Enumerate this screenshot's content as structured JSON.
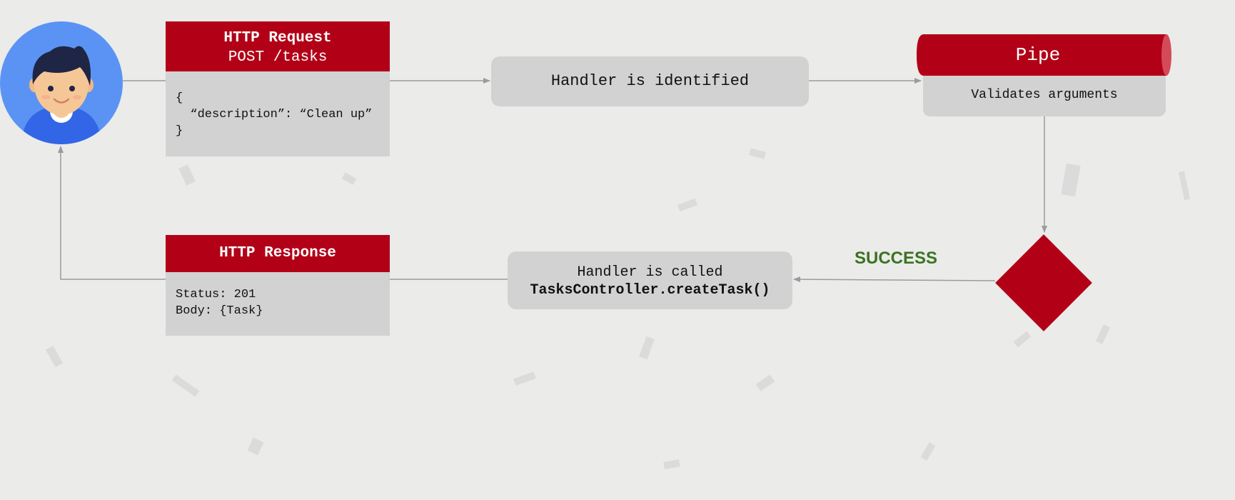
{
  "colors": {
    "accent_red": "#b20117",
    "box_gray": "#d2d2d2",
    "success_green": "#3b7322",
    "avatar_blue": "#5b93f5",
    "background": "#ebebea"
  },
  "user_icon": "user-avatar-icon",
  "request": {
    "title": "HTTP Request",
    "subtitle": "POST /tasks",
    "body": "{\n  “description”: “Clean up”\n}"
  },
  "handler_identified": "Handler is identified",
  "pipe": {
    "title": "Pipe",
    "description": "Validates arguments"
  },
  "decision": {
    "outcome": "SUCCESS"
  },
  "handler_called": {
    "line1": "Handler is called",
    "line2": "TasksController.createTask()"
  },
  "response": {
    "title": "HTTP Response",
    "body": "Status: 201\nBody: {Task}"
  }
}
